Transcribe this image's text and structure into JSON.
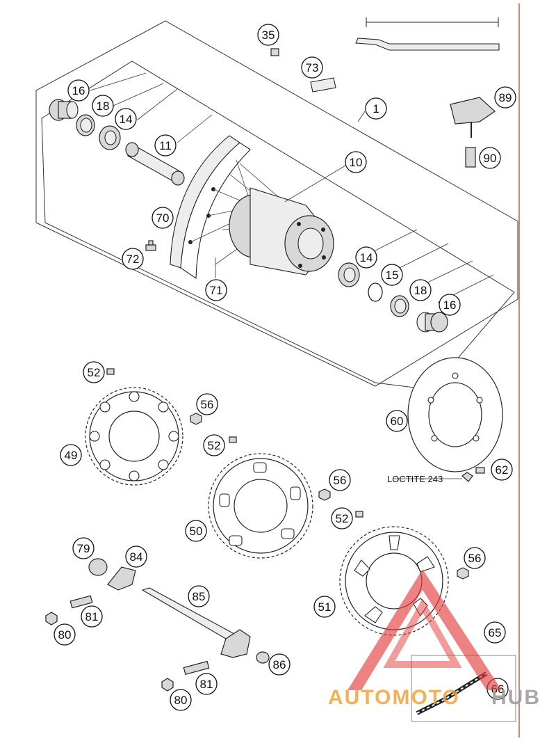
{
  "diagram": {
    "callouts": [
      {
        "id": "c1",
        "label": "1"
      },
      {
        "id": "c10",
        "label": "10"
      },
      {
        "id": "c11",
        "label": "11"
      },
      {
        "id": "c14a",
        "label": "14"
      },
      {
        "id": "c14b",
        "label": "14"
      },
      {
        "id": "c15",
        "label": "15"
      },
      {
        "id": "c16a",
        "label": "16"
      },
      {
        "id": "c16b",
        "label": "16"
      },
      {
        "id": "c18a",
        "label": "18"
      },
      {
        "id": "c18b",
        "label": "18"
      },
      {
        "id": "c35",
        "label": "35"
      },
      {
        "id": "c49",
        "label": "49"
      },
      {
        "id": "c50",
        "label": "50"
      },
      {
        "id": "c51",
        "label": "51"
      },
      {
        "id": "c52a",
        "label": "52"
      },
      {
        "id": "c52b",
        "label": "52"
      },
      {
        "id": "c52c",
        "label": "52"
      },
      {
        "id": "c56a",
        "label": "56"
      },
      {
        "id": "c56b",
        "label": "56"
      },
      {
        "id": "c56c",
        "label": "56"
      },
      {
        "id": "c60",
        "label": "60"
      },
      {
        "id": "c62",
        "label": "62"
      },
      {
        "id": "c65",
        "label": "65"
      },
      {
        "id": "c66",
        "label": "66"
      },
      {
        "id": "c70",
        "label": "70"
      },
      {
        "id": "c71",
        "label": "71"
      },
      {
        "id": "c72",
        "label": "72"
      },
      {
        "id": "c73",
        "label": "73"
      },
      {
        "id": "c79",
        "label": "79"
      },
      {
        "id": "c80a",
        "label": "80"
      },
      {
        "id": "c80b",
        "label": "80"
      },
      {
        "id": "c81a",
        "label": "81"
      },
      {
        "id": "c81b",
        "label": "81"
      },
      {
        "id": "c84",
        "label": "84"
      },
      {
        "id": "c85",
        "label": "85"
      },
      {
        "id": "c86",
        "label": "86"
      },
      {
        "id": "c89",
        "label": "89"
      },
      {
        "id": "c90",
        "label": "90"
      }
    ],
    "annotation": "LOCTITE 243",
    "watermark": {
      "text_left": "AUTOMOTO",
      "text_right": "HUB",
      "color_red": "#e23b3b",
      "color_orange": "#f2a33a",
      "color_gray": "#9a9a9a"
    },
    "border_color": "#d9534f"
  }
}
